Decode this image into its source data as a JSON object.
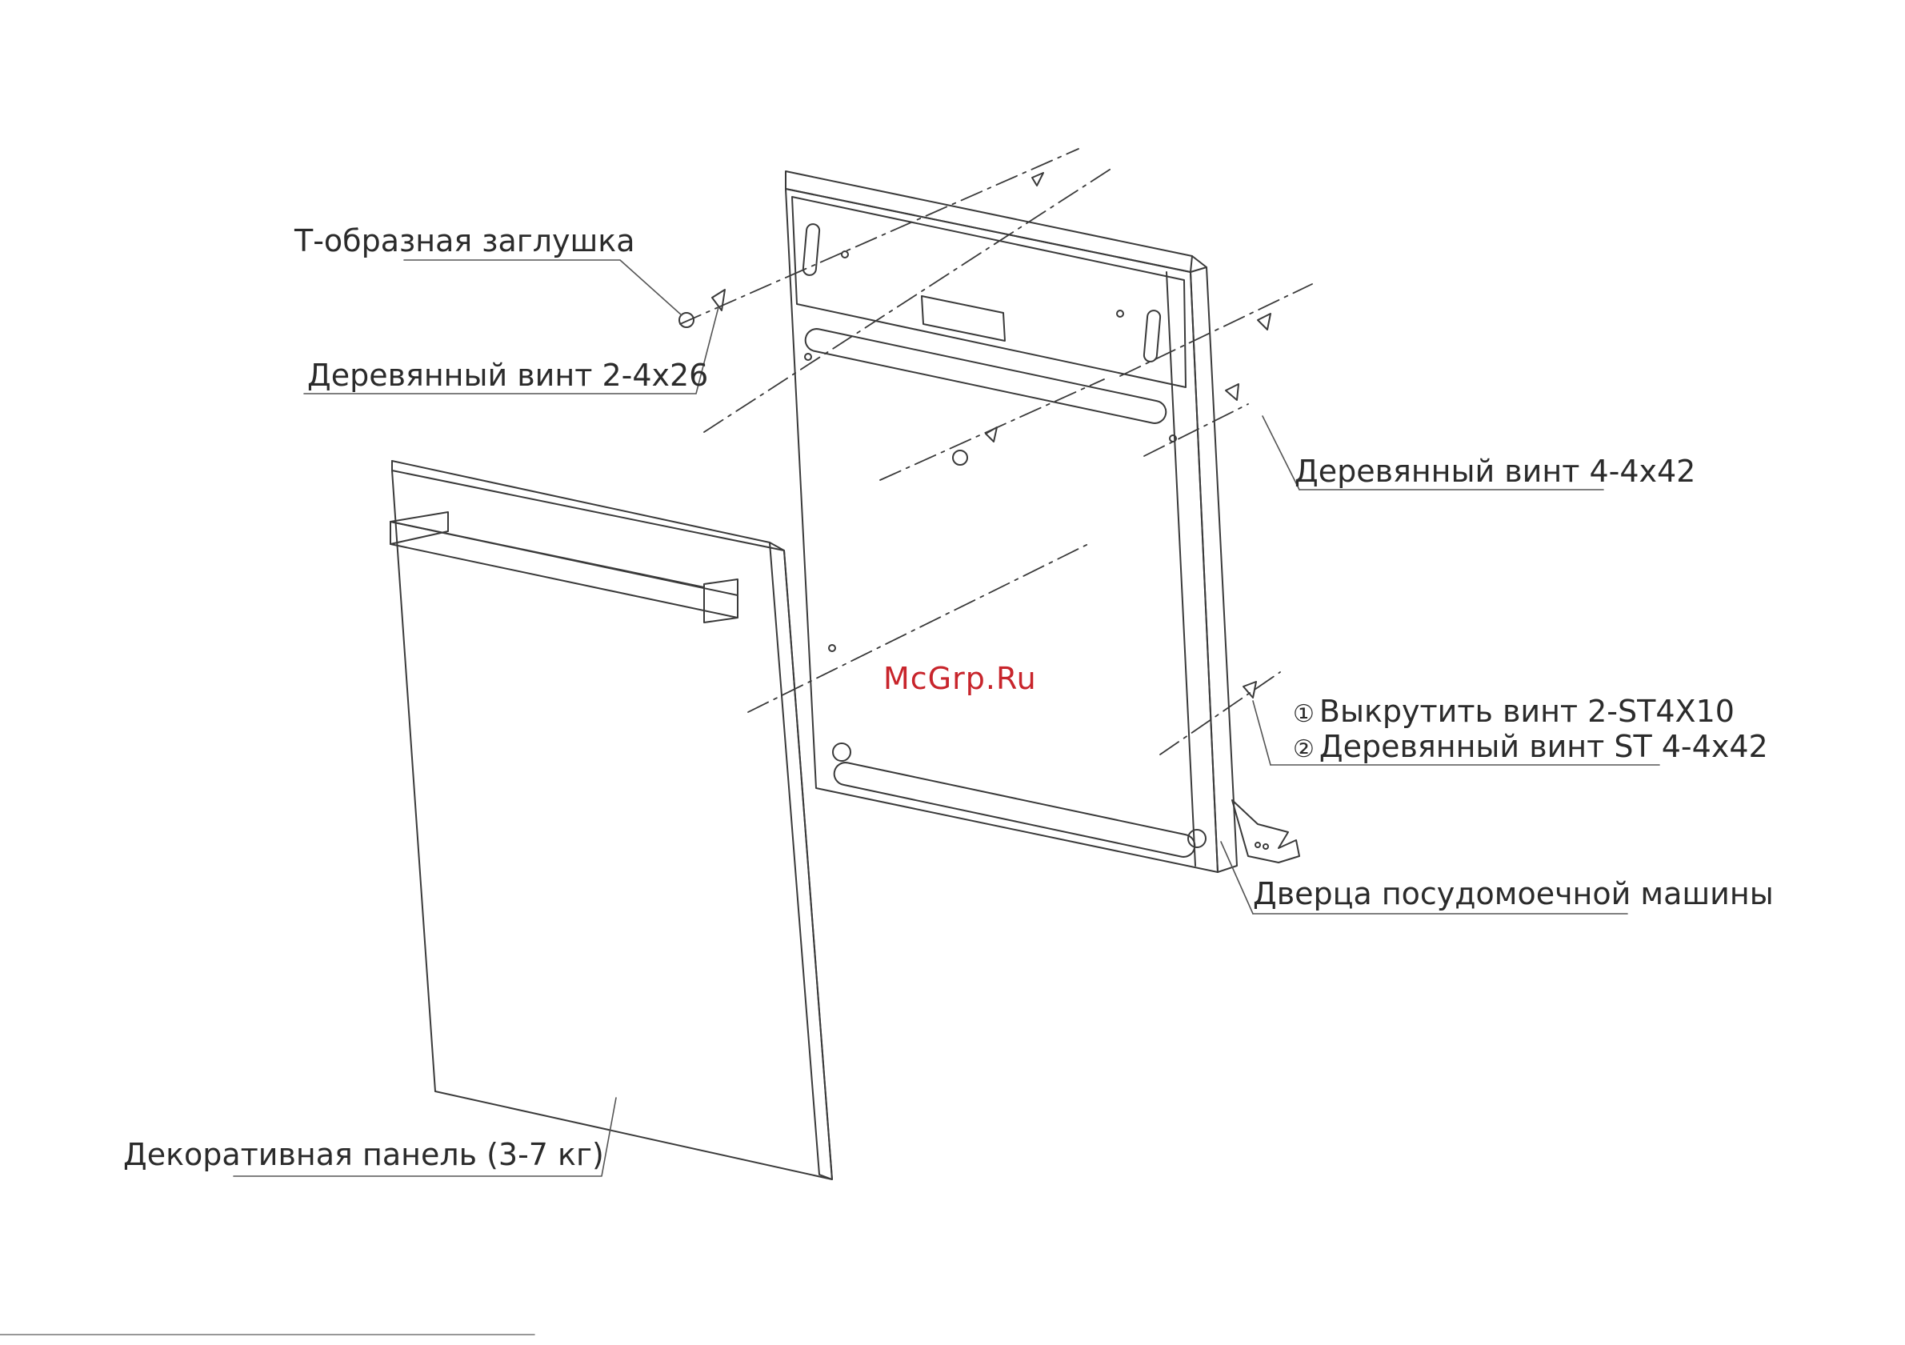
{
  "labels": {
    "t_plug": "Т-образная заглушка",
    "wood_screw_2": "Деревянный винт 2-4х26",
    "wood_screw_4": "Деревянный винт 4-4х42",
    "step1_marker": "①",
    "step1_text": "Выкрутить винт 2-ST4X10",
    "step2_marker": "②",
    "step2_text": "Деревянный винт ST 4-4х42",
    "dishwasher_door": "Дверца посудомоечной машины",
    "decor_panel": "Декоративная панель (3-7 кг)"
  },
  "watermark": "McGrp.Ru",
  "colors": {
    "line": "#3a3a3a",
    "text": "#2b2b2b",
    "watermark": "#c8252c"
  }
}
